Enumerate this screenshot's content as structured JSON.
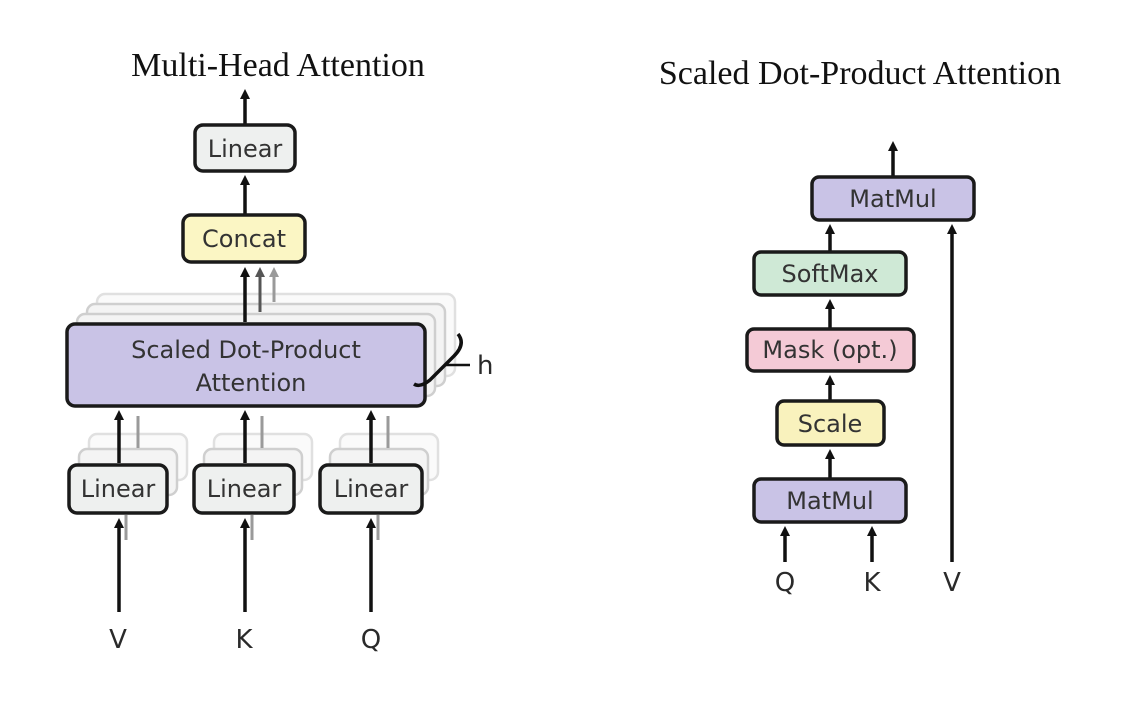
{
  "multi_head": {
    "title": "Multi-Head Attention",
    "linear_top": "Linear",
    "concat": "Concat",
    "sdpa_line1": "Scaled Dot-Product",
    "sdpa_line2": "Attention",
    "heads_label": "h",
    "linear_v": "Linear",
    "linear_k": "Linear",
    "linear_q": "Linear",
    "input_v": "V",
    "input_k": "K",
    "input_q": "Q"
  },
  "scaled_dot_product": {
    "title": "Scaled Dot-Product Attention",
    "matmul_top": "MatMul",
    "softmax": "SoftMax",
    "mask": "Mask (opt.)",
    "scale": "Scale",
    "matmul_bottom": "MatMul",
    "input_q": "Q",
    "input_k": "K",
    "input_v": "V"
  },
  "colors": {
    "linear": "#eef0ef",
    "concat": "#fbf6c4",
    "attention": "#c9c3e6",
    "softmax": "#cfe9d6",
    "mask": "#f4cad6",
    "scale": "#f9f2bd"
  }
}
